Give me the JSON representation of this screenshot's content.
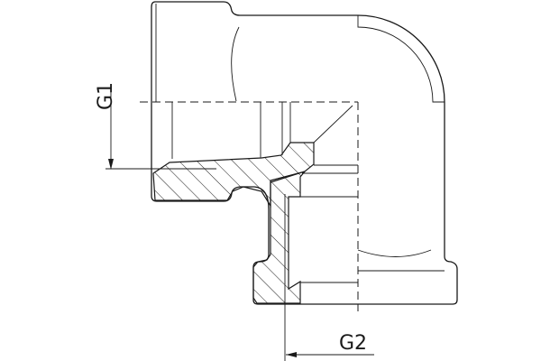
{
  "drawing": {
    "type": "elbow fitting cross-section",
    "line_color": "#1a1a1a",
    "background": "#ffffff",
    "dimensions": [
      {
        "label": "G1",
        "orientation": "vertical"
      },
      {
        "label": "G2",
        "orientation": "horizontal"
      }
    ]
  }
}
